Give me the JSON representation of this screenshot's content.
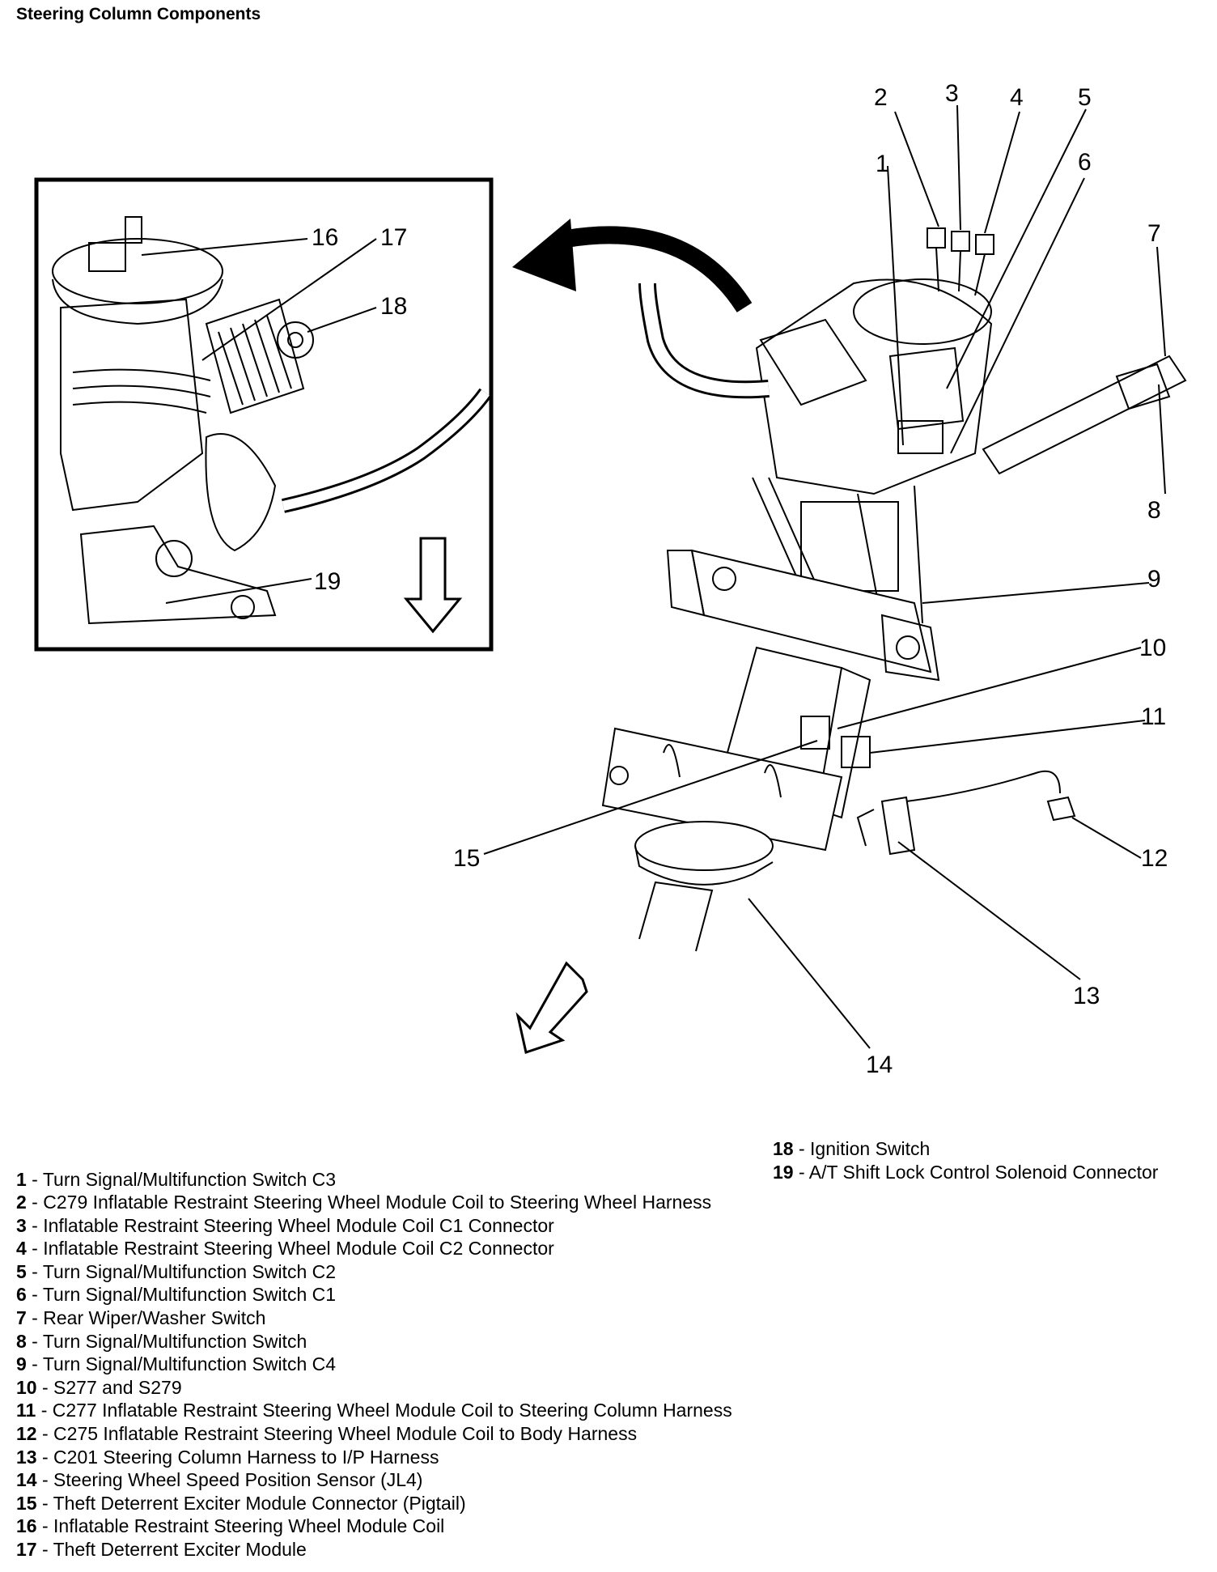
{
  "title": "Steering Column Components",
  "callouts": [
    "1",
    "2",
    "3",
    "4",
    "5",
    "6",
    "7",
    "8",
    "9",
    "10",
    "11",
    "12",
    "13",
    "14",
    "15",
    "16",
    "17",
    "18",
    "19"
  ],
  "legend": [
    {
      "num": "1",
      "text": "Turn Signal/Multifunction Switch C3"
    },
    {
      "num": "2",
      "text": "C279 Inflatable Restraint Steering Wheel Module Coil to Steering Wheel Harness"
    },
    {
      "num": "3",
      "text": "Inflatable Restraint Steering Wheel Module Coil C1 Connector"
    },
    {
      "num": "4",
      "text": "Inflatable Restraint Steering Wheel Module Coil C2 Connector"
    },
    {
      "num": "5",
      "text": "Turn Signal/Multifunction Switch C2"
    },
    {
      "num": "6",
      "text": "Turn Signal/Multifunction Switch C1"
    },
    {
      "num": "7",
      "text": "Rear Wiper/Washer Switch"
    },
    {
      "num": "8",
      "text": "Turn Signal/Multifunction Switch"
    },
    {
      "num": "9",
      "text": "Turn Signal/Multifunction Switch C4"
    },
    {
      "num": "10",
      "text": "S277 and S279"
    },
    {
      "num": "11",
      "text": "C277 Inflatable Restraint Steering Wheel Module Coil to Steering Column Harness"
    },
    {
      "num": "12",
      "text": "C275 Inflatable Restraint Steering Wheel Module Coil to Body Harness"
    },
    {
      "num": "13",
      "text": "C201 Steering Column Harness to I/P Harness"
    },
    {
      "num": "14",
      "text": "Steering Wheel Speed Position Sensor (JL4)"
    },
    {
      "num": "15",
      "text": "Theft Deterrent Exciter Module Connector (Pigtail)"
    },
    {
      "num": "16",
      "text": "Inflatable Restraint Steering Wheel Module Coil"
    },
    {
      "num": "17",
      "text": "Theft Deterrent Exciter Module"
    },
    {
      "num": "18",
      "text": "Ignition Switch"
    },
    {
      "num": "19",
      "text": "A/T Shift Lock Control Solenoid Connector"
    }
  ]
}
